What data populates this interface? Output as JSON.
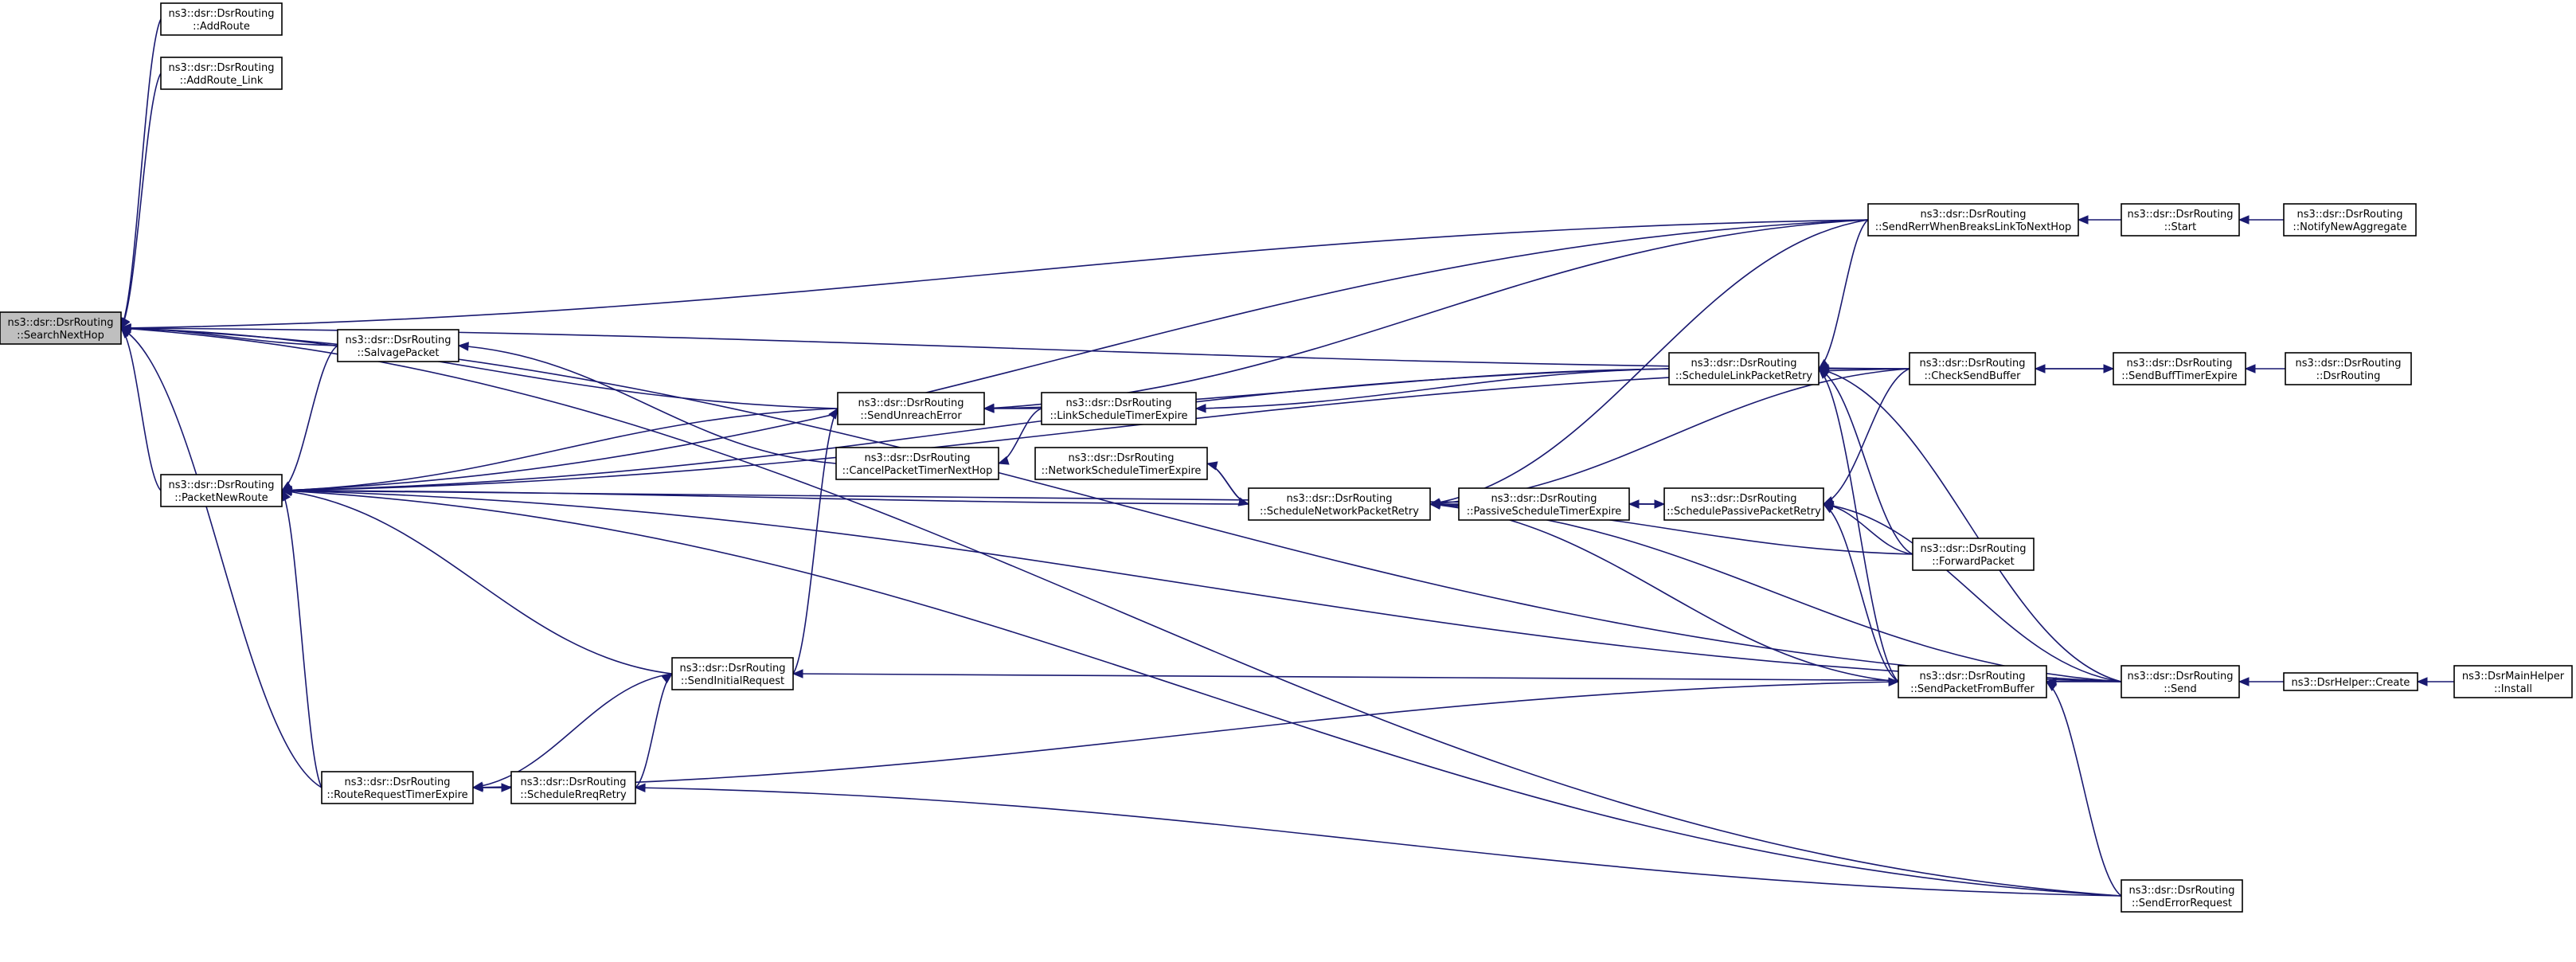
{
  "graph": {
    "type": "call-graph",
    "edge_color": "#191970",
    "root_fill": "#bfbfbf",
    "node_fill": "#ffffff",
    "nodes": [
      {
        "id": "search",
        "lines": [
          "ns3::dsr::DsrRouting",
          "::SearchNextHop"
        ],
        "root": true
      },
      {
        "id": "addroute",
        "lines": [
          "ns3::dsr::DsrRouting",
          "::AddRoute"
        ]
      },
      {
        "id": "addroutelink",
        "lines": [
          "ns3::dsr::DsrRouting",
          "::AddRoute_Link"
        ]
      },
      {
        "id": "salvage",
        "lines": [
          "ns3::dsr::DsrRouting",
          "::SalvagePacket"
        ]
      },
      {
        "id": "pktnewroute",
        "lines": [
          "ns3::dsr::DsrRouting",
          "::PacketNewRoute"
        ]
      },
      {
        "id": "sendinitial",
        "lines": [
          "ns3::dsr::DsrRouting",
          "::SendInitialRequest"
        ]
      },
      {
        "id": "rreqtimer",
        "lines": [
          "ns3::dsr::DsrRouting",
          "::RouteRequestTimerExpire"
        ]
      },
      {
        "id": "schedreq",
        "lines": [
          "ns3::dsr::DsrRouting",
          "::ScheduleRreqRetry"
        ]
      },
      {
        "id": "sendunreach",
        "lines": [
          "ns3::dsr::DsrRouting",
          "::SendUnreachError"
        ]
      },
      {
        "id": "cancelpkt",
        "lines": [
          "ns3::dsr::DsrRouting",
          "::CancelPacketTimerNextHop"
        ]
      },
      {
        "id": "linksched",
        "lines": [
          "ns3::dsr::DsrRouting",
          "::LinkScheduleTimerExpire"
        ]
      },
      {
        "id": "netsched",
        "lines": [
          "ns3::dsr::DsrRouting",
          "::NetworkScheduleTimerExpire"
        ]
      },
      {
        "id": "schednet",
        "lines": [
          "ns3::dsr::DsrRouting",
          "::ScheduleNetworkPacketRetry"
        ]
      },
      {
        "id": "passsched",
        "lines": [
          "ns3::dsr::DsrRouting",
          "::PassiveScheduleTimerExpire"
        ]
      },
      {
        "id": "schedlink",
        "lines": [
          "ns3::dsr::DsrRouting",
          "::ScheduleLinkPacketRetry"
        ]
      },
      {
        "id": "schedpassive",
        "lines": [
          "ns3::dsr::DsrRouting",
          "::SchedulePassivePacketRetry"
        ]
      },
      {
        "id": "sendrerr",
        "lines": [
          "ns3::dsr::DsrRouting",
          "::SendRerrWhenBreaksLinkToNextHop"
        ]
      },
      {
        "id": "checksend",
        "lines": [
          "ns3::dsr::DsrRouting",
          "::CheckSendBuffer"
        ]
      },
      {
        "id": "forward",
        "lines": [
          "ns3::dsr::DsrRouting",
          "::ForwardPacket"
        ]
      },
      {
        "id": "sendfrombuf",
        "lines": [
          "ns3::dsr::DsrRouting",
          "::SendPacketFromBuffer"
        ]
      },
      {
        "id": "senderrreq",
        "lines": [
          "ns3::dsr::DsrRouting",
          "::SendErrorRequest"
        ]
      },
      {
        "id": "start",
        "lines": [
          "ns3::dsr::DsrRouting",
          "::Start"
        ]
      },
      {
        "id": "notify",
        "lines": [
          "ns3::dsr::DsrRouting",
          "::NotifyNewAggregate"
        ]
      },
      {
        "id": "sendbufftimer",
        "lines": [
          "ns3::dsr::DsrRouting",
          "::SendBuffTimerExpire"
        ]
      },
      {
        "id": "ctor",
        "lines": [
          "ns3::dsr::DsrRouting",
          "::DsrRouting"
        ]
      },
      {
        "id": "send",
        "lines": [
          "ns3::dsr::DsrRouting",
          "::Send"
        ]
      },
      {
        "id": "helpercreate",
        "lines": [
          "ns3::DsrHelper::Create"
        ]
      },
      {
        "id": "mainhelper",
        "lines": [
          "ns3::DsrMainHelper",
          "::Install"
        ]
      }
    ],
    "edges": [
      {
        "from": "addroute",
        "to": "search"
      },
      {
        "from": "addroutelink",
        "to": "search"
      },
      {
        "from": "salvage",
        "to": "search"
      },
      {
        "from": "pktnewroute",
        "to": "search"
      },
      {
        "from": "rreqtimer",
        "to": "search"
      },
      {
        "from": "sendunreach",
        "to": "search"
      },
      {
        "from": "sendrerr",
        "to": "search"
      },
      {
        "from": "checksend",
        "to": "search"
      },
      {
        "from": "send",
        "to": "search"
      },
      {
        "from": "senderrreq",
        "to": "search"
      },
      {
        "from": "salvage",
        "to": "pktnewroute"
      },
      {
        "from": "sendunreach",
        "to": "pktnewroute"
      },
      {
        "from": "schednet",
        "to": "pktnewroute"
      },
      {
        "from": "schedlink",
        "to": "pktnewroute"
      },
      {
        "from": "schedpassive",
        "to": "pktnewroute"
      },
      {
        "from": "sendinitial",
        "to": "pktnewroute"
      },
      {
        "from": "rreqtimer",
        "to": "pktnewroute"
      },
      {
        "from": "sendrerr",
        "to": "pktnewroute"
      },
      {
        "from": "checksend",
        "to": "pktnewroute"
      },
      {
        "from": "send",
        "to": "pktnewroute"
      },
      {
        "from": "senderrreq",
        "to": "pktnewroute"
      },
      {
        "from": "cancelpkt",
        "to": "salvage"
      },
      {
        "from": "sendinitial",
        "to": "sendunreach"
      },
      {
        "from": "linksched",
        "to": "sendunreach"
      },
      {
        "from": "sendrerr",
        "to": "sendunreach"
      },
      {
        "from": "linksched",
        "to": "cancelpkt"
      },
      {
        "from": "schednet",
        "to": "netsched"
      },
      {
        "from": "schedlink",
        "to": "linksched"
      },
      {
        "from": "schedlink",
        "to": "sendunreach"
      },
      {
        "from": "netsched",
        "to": "schednet"
      },
      {
        "from": "passsched",
        "to": "schednet"
      },
      {
        "from": "sendrerr",
        "to": "schednet"
      },
      {
        "from": "checksend",
        "to": "schednet"
      },
      {
        "from": "forward",
        "to": "schednet"
      },
      {
        "from": "sendfrombuf",
        "to": "schednet"
      },
      {
        "from": "send",
        "to": "schednet"
      },
      {
        "from": "schedpassive",
        "to": "passsched"
      },
      {
        "from": "passsched",
        "to": "schedpassive"
      },
      {
        "from": "checksend",
        "to": "schedlink"
      },
      {
        "from": "sendrerr",
        "to": "schedlink"
      },
      {
        "from": "forward",
        "to": "schedlink"
      },
      {
        "from": "sendfrombuf",
        "to": "schedlink"
      },
      {
        "from": "send",
        "to": "schedlink"
      },
      {
        "from": "checksend",
        "to": "schedpassive"
      },
      {
        "from": "forward",
        "to": "schedpassive"
      },
      {
        "from": "sendfrombuf",
        "to": "schedpassive"
      },
      {
        "from": "send",
        "to": "schedpassive"
      },
      {
        "from": "start",
        "to": "sendrerr"
      },
      {
        "from": "notify",
        "to": "start"
      },
      {
        "from": "sendbufftimer",
        "to": "checksend"
      },
      {
        "from": "checksend",
        "to": "sendbufftimer"
      },
      {
        "from": "ctor",
        "to": "sendbufftimer"
      },
      {
        "from": "send",
        "to": "sendfrombuf"
      },
      {
        "from": "senderrreq",
        "to": "sendfrombuf"
      },
      {
        "from": "helpercreate",
        "to": "send"
      },
      {
        "from": "mainhelper",
        "to": "helpercreate"
      },
      {
        "from": "send",
        "to": "sendinitial"
      },
      {
        "from": "schedreq",
        "to": "sendinitial"
      },
      {
        "from": "sendinitial",
        "to": "rreqtimer"
      },
      {
        "from": "rreqtimer",
        "to": "schedreq"
      },
      {
        "from": "schedreq",
        "to": "rreqtimer"
      },
      {
        "from": "senderrreq",
        "to": "schedreq"
      },
      {
        "from": "rreqtimer",
        "to": "sendfrombuf"
      }
    ]
  }
}
